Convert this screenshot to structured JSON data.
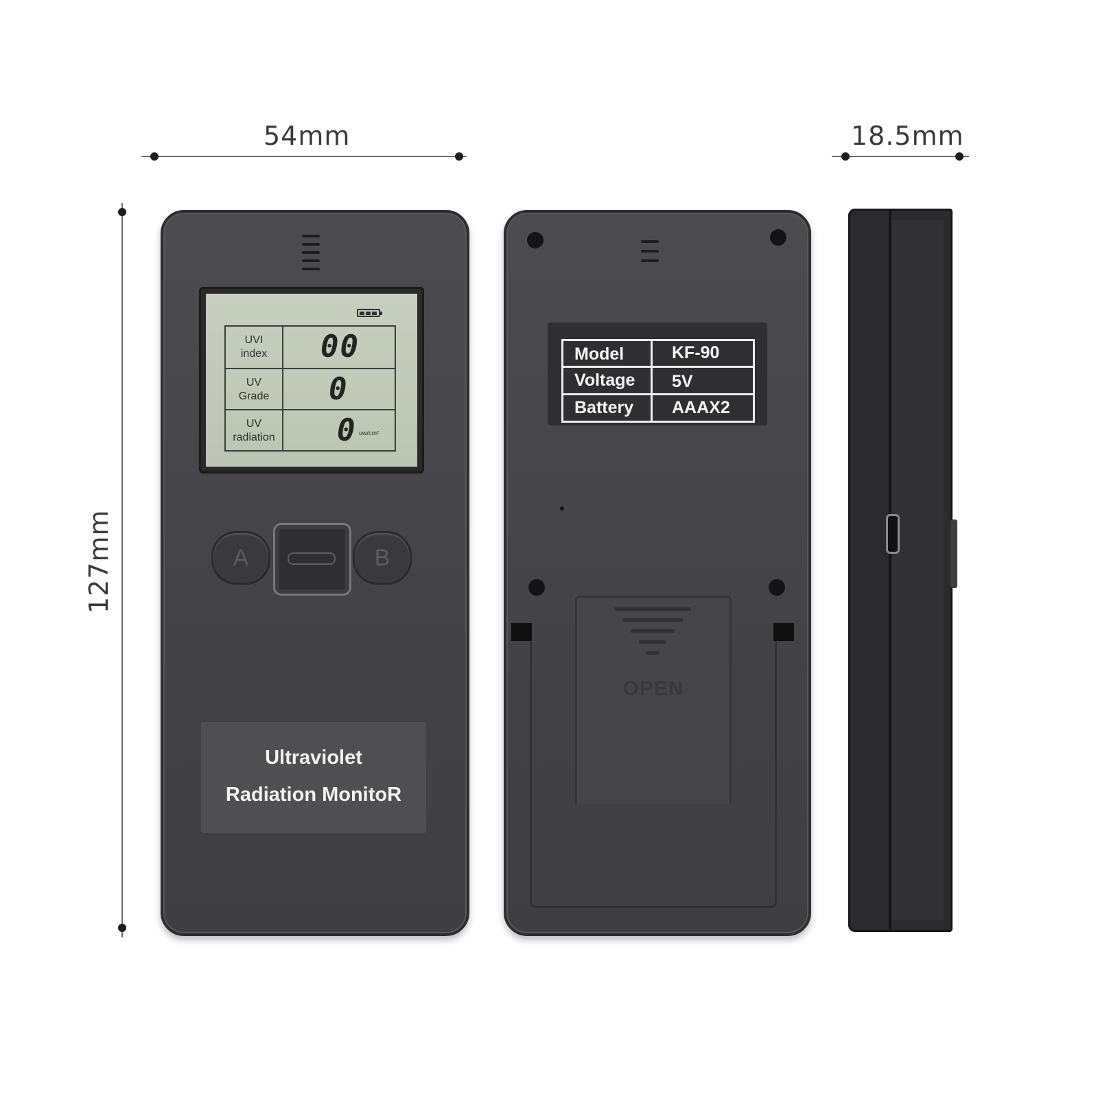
{
  "dimensions": {
    "width": "54mm",
    "height": "127mm",
    "depth": "18.5mm"
  },
  "front": {
    "lcd": {
      "battery_icon": "battery-full-icon",
      "rows": [
        {
          "label_line1": "UVI",
          "label_line2": "index",
          "value": "00",
          "unit": ""
        },
        {
          "label_line1": "UV",
          "label_line2": "Grade",
          "value": "0",
          "unit": ""
        },
        {
          "label_line1": "UV",
          "label_line2": "radiation",
          "value": "0",
          "unit": "uw/cm²"
        }
      ]
    },
    "buttons": {
      "left": "A",
      "right": "B",
      "center_icon": "power-icon"
    },
    "label": {
      "line1": "Ultraviolet",
      "line2": "Radiation MonitoR"
    }
  },
  "back": {
    "spec_table": [
      {
        "key": "Model",
        "value": "KF-90"
      },
      {
        "key": "Voltage",
        "value": "5V"
      },
      {
        "key": "Battery",
        "value": "AAAX2"
      }
    ],
    "battery_door_text": "OPEN"
  },
  "side": {
    "port_icon": "usb-port-icon"
  },
  "colors": {
    "device_body": "#454547",
    "lcd_background": "#c3cab9",
    "label_text": "#f2f2f2"
  }
}
